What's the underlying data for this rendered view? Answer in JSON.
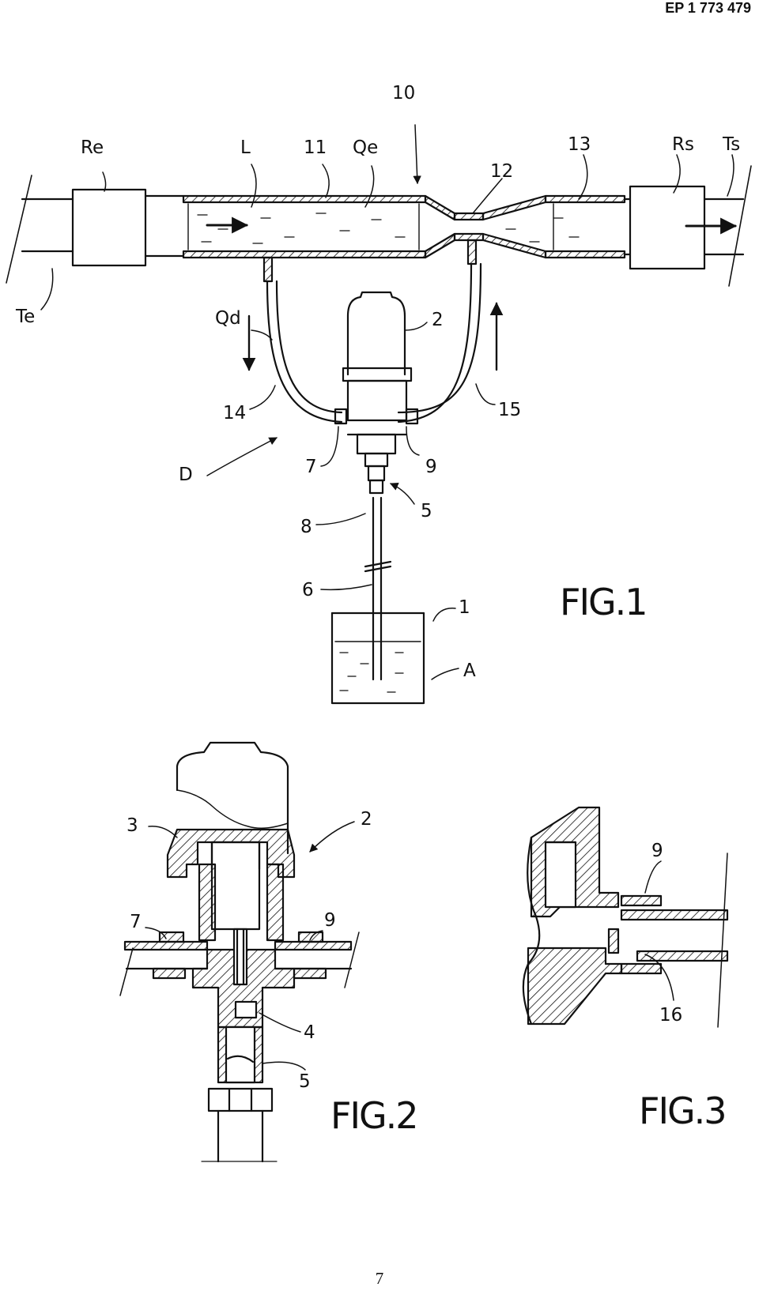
{
  "header": {
    "publication_number": "EP 1 773 479"
  },
  "footer": {
    "page_number": "7"
  },
  "fig1": {
    "caption": "FIG.1",
    "labels": {
      "ref_10": "10",
      "ref_Re": "Re",
      "ref_L": "L",
      "ref_11": "11",
      "ref_Qe": "Qe",
      "ref_12": "12",
      "ref_13": "13",
      "ref_Rs": "Rs",
      "ref_Ts": "Ts",
      "ref_Te": "Te",
      "ref_Qd": "Qd",
      "ref_2": "2",
      "ref_14": "14",
      "ref_15": "15",
      "ref_D": "D",
      "ref_7": "7",
      "ref_9": "9",
      "ref_5": "5",
      "ref_8": "8",
      "ref_6": "6",
      "ref_1": "1",
      "ref_A": "A"
    }
  },
  "fig2": {
    "caption": "FIG.2",
    "labels": {
      "ref_3": "3",
      "ref_2": "2",
      "ref_7": "7",
      "ref_9": "9",
      "ref_4": "4",
      "ref_5": "5"
    }
  },
  "fig3": {
    "caption": "FIG.3",
    "labels": {
      "ref_9": "9",
      "ref_16": "16"
    }
  }
}
